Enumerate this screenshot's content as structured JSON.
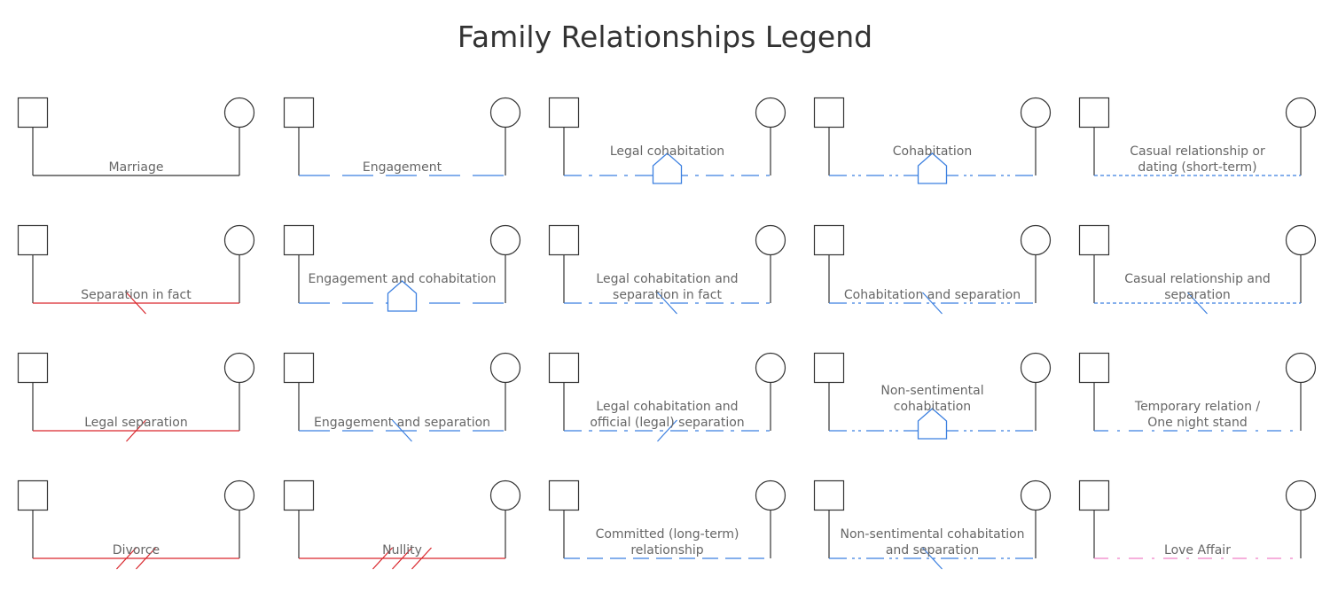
{
  "title": "Family Relationships Legend",
  "colors": {
    "symbol_stroke": "#333333",
    "text": "#666666",
    "red": "#d9262c",
    "blue": "#3b7fe0",
    "pink": "#f080c8"
  },
  "symbols": {
    "male": "square",
    "female": "circle"
  },
  "relationships": [
    {
      "id": "marriage",
      "label": [
        "Marriage"
      ],
      "line_color": "black",
      "pattern": "solid",
      "marker": "none",
      "slashes": 0
    },
    {
      "id": "engagement",
      "label": [
        "Engagement"
      ],
      "line_color": "blue",
      "pattern": "long-dash",
      "marker": "none",
      "slashes": 0
    },
    {
      "id": "legal-cohabitation",
      "label": [
        "Legal cohabitation"
      ],
      "line_color": "blue",
      "pattern": "dash-dot",
      "marker": "house",
      "slashes": 0
    },
    {
      "id": "cohabitation",
      "label": [
        "Cohabitation"
      ],
      "line_color": "blue",
      "pattern": "dash-dot-dot",
      "marker": "house",
      "slashes": 0
    },
    {
      "id": "casual-relationship",
      "label": [
        "Casual relationship or",
        "dating (short-term)"
      ],
      "line_color": "blue",
      "pattern": "short-dash",
      "marker": "none",
      "slashes": 0
    },
    {
      "id": "separation-in-fact",
      "label": [
        "Separation in fact"
      ],
      "line_color": "red",
      "pattern": "solid",
      "marker": "none",
      "slashes": 1,
      "slash_dir": "back"
    },
    {
      "id": "engagement-and-cohabitation",
      "label": [
        "Engagement and cohabitation"
      ],
      "line_color": "blue",
      "pattern": "long-dash",
      "marker": "house",
      "slashes": 0
    },
    {
      "id": "legal-cohabitation-separation-in-fact",
      "label": [
        "Legal cohabitation and",
        "separation in fact"
      ],
      "line_color": "blue",
      "pattern": "dash-dot",
      "marker": "none",
      "slashes": 1,
      "slash_dir": "back"
    },
    {
      "id": "cohabitation-and-separation",
      "label": [
        "Cohabitation and separation"
      ],
      "line_color": "blue",
      "pattern": "dash-dot-dot",
      "marker": "none",
      "slashes": 1,
      "slash_dir": "back"
    },
    {
      "id": "casual-relationship-separation",
      "label": [
        "Casual relationship and",
        "separation"
      ],
      "line_color": "blue",
      "pattern": "short-dash",
      "marker": "none",
      "slashes": 1,
      "slash_dir": "back"
    },
    {
      "id": "legal-separation",
      "label": [
        "Legal separation"
      ],
      "line_color": "red",
      "pattern": "solid",
      "marker": "none",
      "slashes": 1,
      "slash_dir": "forward"
    },
    {
      "id": "engagement-and-separation",
      "label": [
        "Engagement and separation"
      ],
      "line_color": "blue",
      "pattern": "long-dash",
      "marker": "none",
      "slashes": 1,
      "slash_dir": "back"
    },
    {
      "id": "legal-cohabitation-official-separation",
      "label": [
        "Legal cohabitation and",
        "official (legal) separation"
      ],
      "line_color": "blue",
      "pattern": "dash-dot",
      "marker": "none",
      "slashes": 1,
      "slash_dir": "forward"
    },
    {
      "id": "non-sentimental-cohabitation",
      "label": [
        "Non-sentimental",
        "cohabitation"
      ],
      "line_color": "blue",
      "pattern": "dash-dot-dot",
      "marker": "house",
      "slashes": 0
    },
    {
      "id": "temporary-relation",
      "label": [
        "Temporary relation /",
        "One night stand"
      ],
      "line_color": "blue",
      "pattern": "dash-dot-long",
      "marker": "none",
      "slashes": 0
    },
    {
      "id": "divorce",
      "label": [
        "Divorce"
      ],
      "line_color": "red",
      "pattern": "solid",
      "marker": "none",
      "slashes": 2,
      "slash_dir": "forward"
    },
    {
      "id": "nullity",
      "label": [
        "Nullity"
      ],
      "line_color": "red",
      "pattern": "solid",
      "marker": "none",
      "slashes": 3,
      "slash_dir": "forward"
    },
    {
      "id": "committed-relationship",
      "label": [
        "Committed (long-term)",
        "relationship"
      ],
      "line_color": "blue",
      "pattern": "medium-dash",
      "marker": "none",
      "slashes": 0
    },
    {
      "id": "non-sentimental-cohabitation-separation",
      "label": [
        "Non-sentimental cohabitation",
        "and separation"
      ],
      "line_color": "blue",
      "pattern": "dash-dot-dot",
      "marker": "none",
      "slashes": 1,
      "slash_dir": "back"
    },
    {
      "id": "love-affair",
      "label": [
        "Love Affair"
      ],
      "line_color": "pink",
      "pattern": "dash-dot-long",
      "marker": "none",
      "slashes": 0
    }
  ]
}
